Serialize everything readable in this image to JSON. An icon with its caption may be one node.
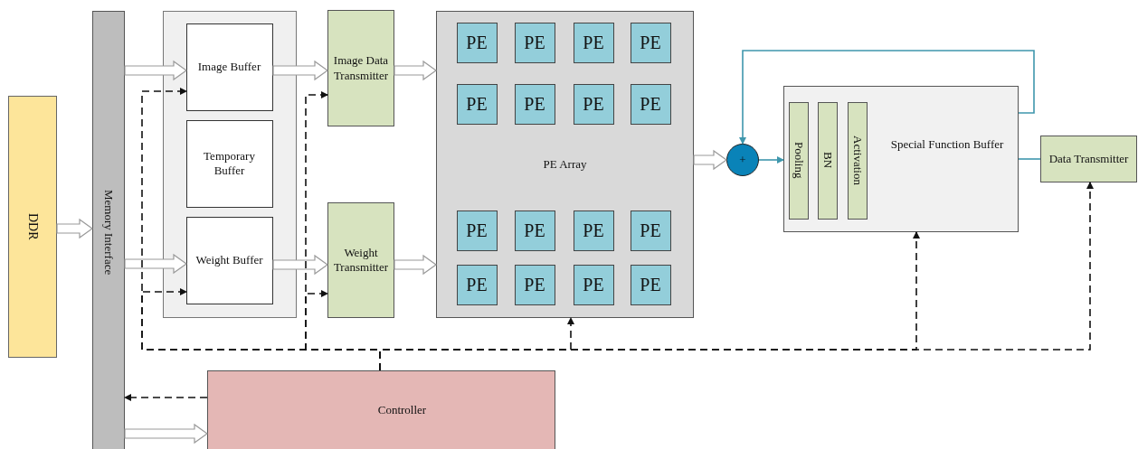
{
  "diagram": {
    "nodes": [
      {
        "text": [
          "DDR"
        ]
      },
      {
        "text": [
          "Memory Interface"
        ]
      },
      {
        "text": [],
        "shape": "box"
      },
      {
        "text": [
          "Image Buffer"
        ],
        "in": 2
      },
      {
        "text": [
          "Temporary Buffer"
        ],
        "in": 2
      },
      {
        "text": [
          "Weight Buffer"
        ],
        "in": 2
      },
      {
        "text": [
          "Image Data Transmitter"
        ]
      },
      {
        "text": [
          "Weight Transmitter"
        ]
      },
      {
        "text": [
          "PE Array"
        ]
      },
      {
        "text": [
          "PE"
        ],
        "in": 8
      },
      {
        "text": [
          "PE"
        ],
        "in": 8
      },
      {
        "text": [
          "PE"
        ],
        "in": 8
      },
      {
        "text": [
          "PE"
        ],
        "in": 8
      },
      {
        "text": [
          "PE"
        ],
        "in": 8
      },
      {
        "text": [
          "PE"
        ],
        "in": 8
      },
      {
        "text": [
          "PE"
        ],
        "in": 8
      },
      {
        "text": [
          "PE"
        ],
        "in": 8
      },
      {
        "text": [
          "PE"
        ],
        "in": 8
      },
      {
        "text": [
          "PE"
        ],
        "in": 8
      },
      {
        "text": [
          "PE"
        ],
        "in": 8
      },
      {
        "text": [
          "PE"
        ],
        "in": 8
      },
      {
        "text": [
          "PE"
        ],
        "in": 8
      },
      {
        "text": [
          "PE"
        ],
        "in": 8
      },
      {
        "text": [
          "PE"
        ],
        "in": 8
      },
      {
        "text": [
          "PE"
        ],
        "in": 8
      },
      {
        "text": [
          "+"
        ]
      },
      {
        "text": [
          "Special Function Buffer"
        ]
      },
      {
        "text": [
          "Pooling"
        ],
        "in": 26
      },
      {
        "text": [
          "BN"
        ],
        "in": 26
      },
      {
        "text": [
          "Activation"
        ],
        "in": 26
      },
      {
        "text": [
          "Data Transmitter"
        ]
      },
      {
        "text": [
          "Controller"
        ]
      }
    ],
    "edges": [
      {
        "from": 0,
        "to": 1,
        "arrow": "to"
      },
      {
        "from": 1,
        "to": 3,
        "arrow": "to"
      },
      {
        "from": 1,
        "to": 5,
        "arrow": "to"
      },
      {
        "from": 3,
        "to": 6,
        "arrow": "to"
      },
      {
        "from": 5,
        "to": 7,
        "arrow": "to"
      },
      {
        "from": 6,
        "to": 8,
        "arrow": "to"
      },
      {
        "from": 7,
        "to": 8,
        "arrow": "to"
      },
      {
        "from": 8,
        "to": 25,
        "arrow": "to"
      },
      {
        "from": 1,
        "to": 31,
        "arrow": "to"
      },
      {
        "from": 31,
        "to": 1,
        "arrow": "to",
        "style": "dashed"
      },
      {
        "from": 31,
        "to": 3,
        "arrow": "to",
        "style": "dashed"
      },
      {
        "from": 31,
        "to": 5,
        "arrow": "to",
        "style": "dashed"
      },
      {
        "from": 31,
        "to": 6,
        "arrow": "to",
        "style": "dashed"
      },
      {
        "from": 31,
        "to": 7,
        "arrow": "to",
        "style": "dashed"
      },
      {
        "from": 31,
        "to": 8,
        "arrow": "to",
        "style": "dashed"
      },
      {
        "from": 31,
        "to": 26,
        "arrow": "to",
        "style": "dashed"
      },
      {
        "from": 31,
        "to": 30,
        "arrow": "to",
        "style": "dashed"
      },
      {
        "from": 25,
        "to": 26,
        "arrow": "to",
        "color": "#3f97ad"
      },
      {
        "from": 26,
        "to": 25,
        "arrow": "to",
        "color": "#3f97ad"
      },
      {
        "from": 26,
        "to": 30,
        "arrow": "none",
        "color": "#3f97ad"
      }
    ]
  }
}
